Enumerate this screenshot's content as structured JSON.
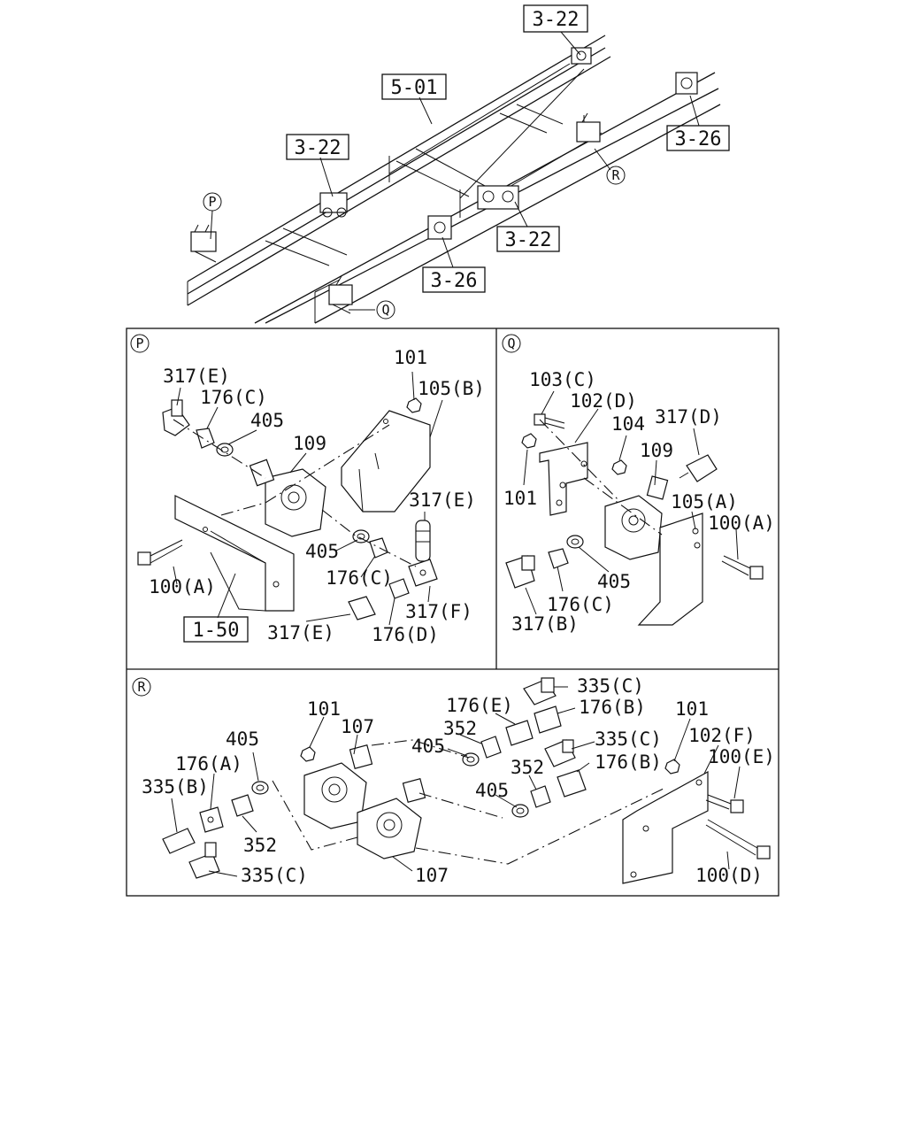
{
  "overview": {
    "refs": [
      "3-22",
      "5-01",
      "3-22",
      "3-26",
      "3-22",
      "3-26"
    ],
    "markers": [
      "P",
      "R",
      "Q"
    ]
  },
  "panel_p": {
    "marker": "P",
    "labels": [
      "101",
      "105(B)",
      "317(E)",
      "176(C)",
      "405",
      "109",
      "317(E)",
      "405",
      "176(C)",
      "100(A)",
      "317(F)",
      "317(E)",
      "176(D)"
    ],
    "ref": "1-50"
  },
  "panel_q": {
    "marker": "Q",
    "labels": [
      "103(C)",
      "102(D)",
      "104",
      "317(D)",
      "109",
      "101",
      "105(A)",
      "100(A)",
      "405",
      "176(C)",
      "317(B)"
    ]
  },
  "panel_r": {
    "marker": "R",
    "labels": [
      "335(C)",
      "176(E)",
      "176(B)",
      "101",
      "107",
      "352",
      "405",
      "335(C)",
      "101",
      "102(F)",
      "405",
      "176(A)",
      "176(B)",
      "100(E)",
      "335(B)",
      "352",
      "405",
      "352",
      "335(C)",
      "107",
      "100(D)"
    ]
  }
}
